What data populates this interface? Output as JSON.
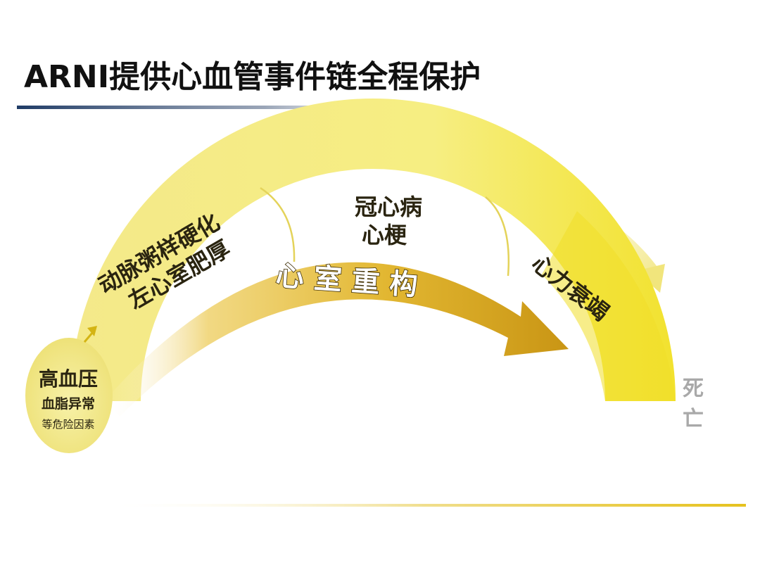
{
  "title": "ARNI提供心血管事件链全程保护",
  "colors": {
    "title_rule_start": "#1f3b66",
    "footer_rule_end": "#e6c21e",
    "band_light": "#f6ef7a",
    "band_deep": "#f1df28",
    "arrow_start": "#e9c33a",
    "arrow_end": "#c99514",
    "end_label": "#a9a9a9"
  },
  "risk_factors": {
    "line1": "高血压",
    "line2": "血脂异常",
    "line3": "等危险因素"
  },
  "segments": [
    {
      "id": "atherosclerosis",
      "lines": [
        "动脉粥样硬化",
        "左心室肥厚"
      ]
    },
    {
      "id": "coronary",
      "lines": [
        "冠心病",
        "心梗"
      ]
    },
    {
      "id": "heart-failure",
      "lines": [
        "心力衰竭"
      ]
    }
  ],
  "remodeling_arrow": {
    "label": "心 室 重 构"
  },
  "endpoint": {
    "line1": "死",
    "line2": "亡"
  }
}
